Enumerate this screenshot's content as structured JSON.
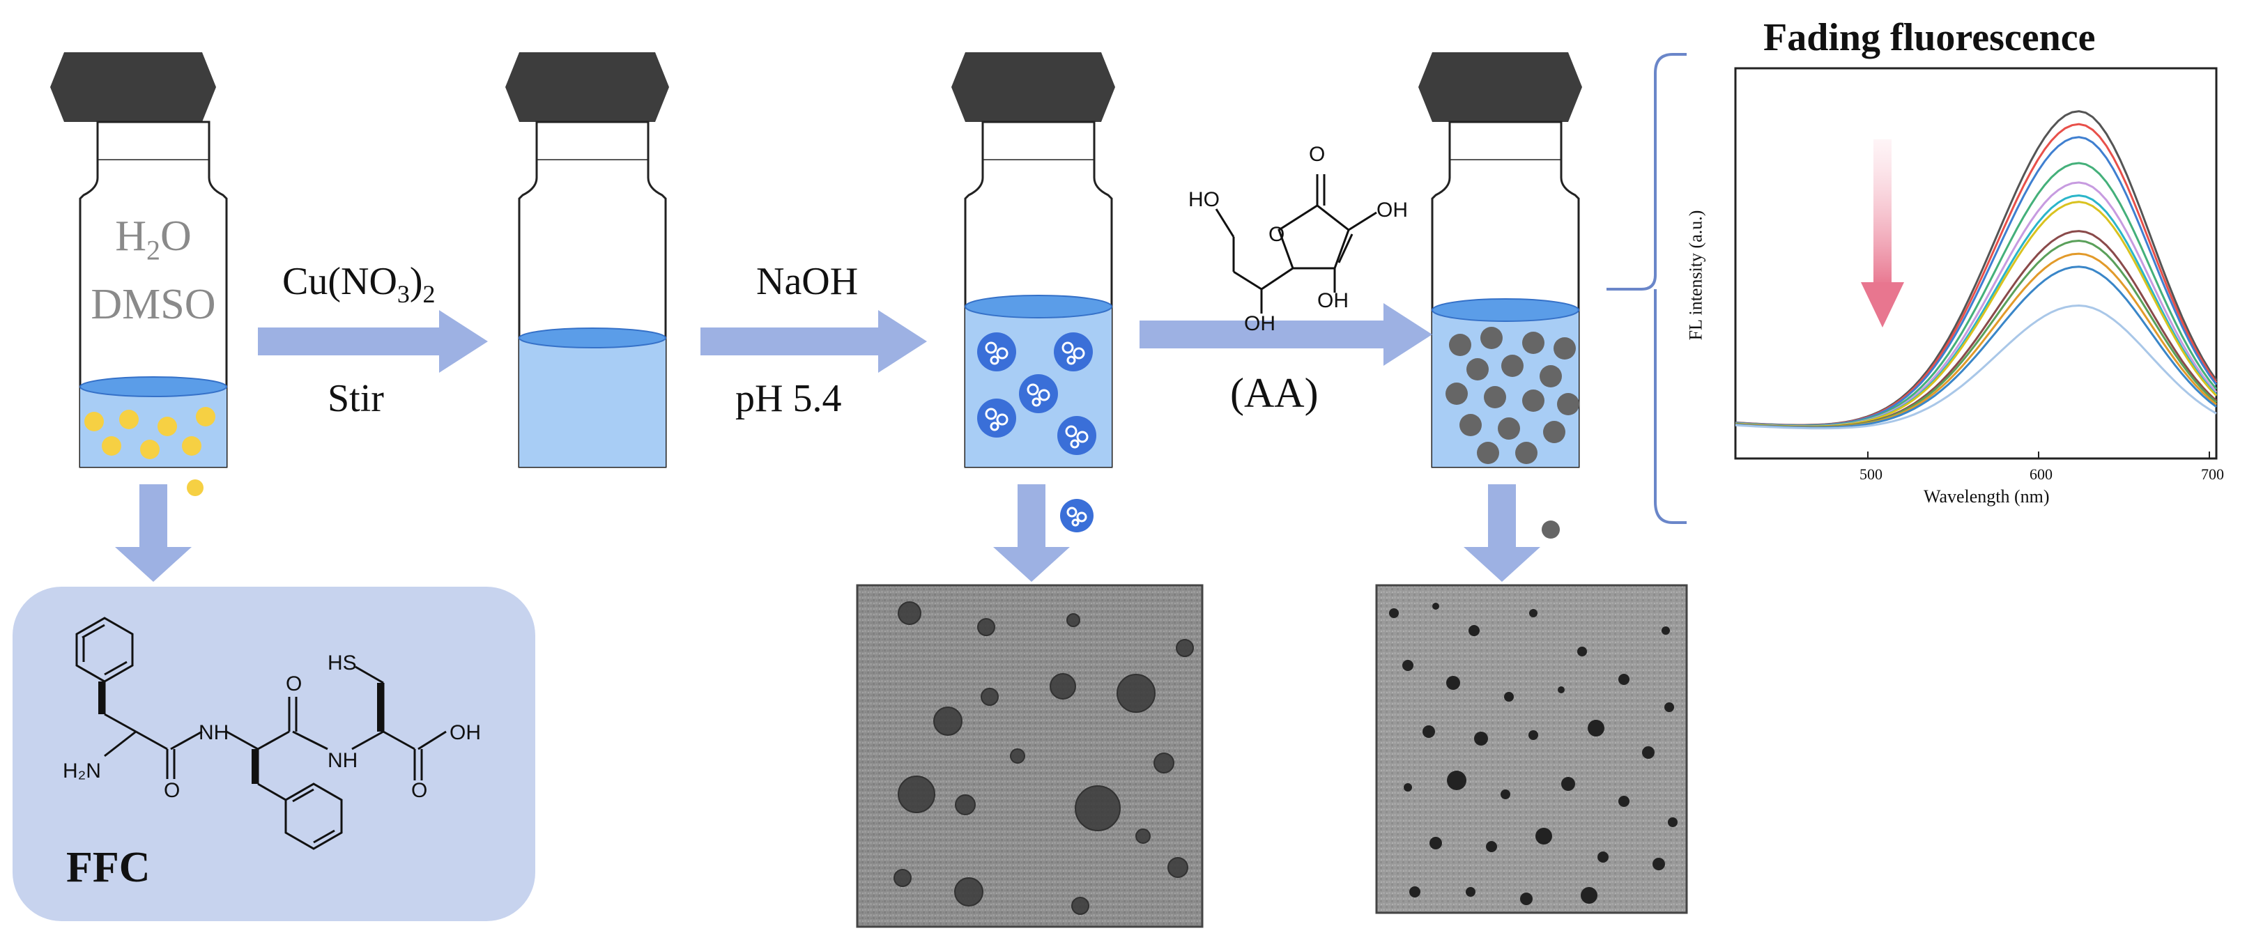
{
  "steps": {
    "vial1_text_line1": "H",
    "vial1_text_sub": "2",
    "vial1_text_line1b": "O",
    "vial1_text_line2": "DMSO",
    "reagent1_top": "Cu(NO",
    "reagent1_sub": "3",
    "reagent1_close": ")",
    "reagent1_sub2": "2",
    "reagent1_bottom": "Stir",
    "reagent2_top": "NaOH",
    "reagent2_bottom": "pH 5.4",
    "reagent3_bottom": "(AA)"
  },
  "molecule_ffc": {
    "name": "FFC",
    "label_hs": "HS",
    "label_h2n": "H₂N",
    "label_nh1": "NH",
    "label_nh2": "NH",
    "label_oh": "OH",
    "label_o1": "O",
    "label_o2": "O",
    "label_o3": "O"
  },
  "molecule_aa": {
    "label_ho_left": "HO",
    "label_oh_bottom1": "OH",
    "label_oh_bottom2": "OH",
    "label_oh_right": "OH",
    "label_o_ring": "O",
    "label_o_carbonyl": "O"
  },
  "plot": {
    "title": "Fading fluorescence",
    "xlabel": "Wavelength (nm)",
    "ylabel": "FL intensity (a.u.)",
    "xticks": [
      "500",
      "600",
      "700"
    ]
  },
  "chart_data": {
    "type": "line",
    "title": "Fading fluorescence",
    "xlabel": "Wavelength (nm)",
    "ylabel": "FL intensity (a.u.)",
    "xlim": [
      420,
      700
    ],
    "ylim": [
      0,
      1.12
    ],
    "peak_nm": 620,
    "series": [
      {
        "color": "#555555",
        "peak": 1.0
      },
      {
        "color": "#e8504a",
        "peak": 0.96
      },
      {
        "color": "#3f7fd0",
        "peak": 0.92
      },
      {
        "color": "#44b07a",
        "peak": 0.84
      },
      {
        "color": "#c79be0",
        "peak": 0.78
      },
      {
        "color": "#2bb5c9",
        "peak": 0.74
      },
      {
        "color": "#d9c21f",
        "peak": 0.72
      },
      {
        "color": "#8a4a4a",
        "peak": 0.63
      },
      {
        "color": "#5aa05a",
        "peak": 0.6
      },
      {
        "color": "#e29a2a",
        "peak": 0.56
      },
      {
        "color": "#3a86c8",
        "peak": 0.52
      },
      {
        "color": "#a9c7e8",
        "peak": 0.4
      }
    ]
  },
  "colors": {
    "arrow": "#9db1e3",
    "liquid": "#a8cdf5",
    "liquid_top": "#5b9de8",
    "cap": "#3d3d3d",
    "gold_dot": "#f6d043",
    "dark_dot": "#666666",
    "ffc_box": "#c7d3ee"
  }
}
